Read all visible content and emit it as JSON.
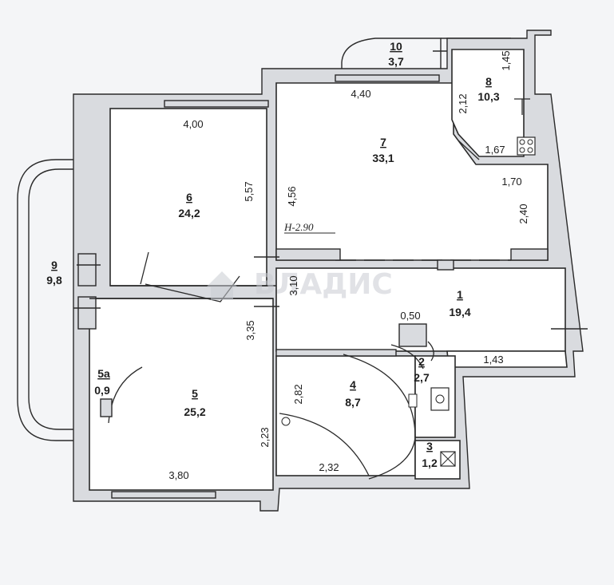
{
  "watermark": "ВЛАДИС",
  "height_label": "H-2.90",
  "rooms": [
    {
      "id": "r1",
      "number": "1",
      "area": "19,4"
    },
    {
      "id": "r2",
      "number": "2",
      "area": "2,7"
    },
    {
      "id": "r3",
      "number": "3",
      "area": "1,2"
    },
    {
      "id": "r4",
      "number": "4",
      "area": "8,7"
    },
    {
      "id": "r5",
      "number": "5",
      "area": "25,2"
    },
    {
      "id": "r5a",
      "number": "5а",
      "area": "0,9"
    },
    {
      "id": "r6",
      "number": "6",
      "area": "24,2"
    },
    {
      "id": "r7",
      "number": "7",
      "area": "33,1"
    },
    {
      "id": "r8",
      "number": "8",
      "area": "10,3"
    },
    {
      "id": "r9",
      "number": "9",
      "area": "9,8"
    },
    {
      "id": "r10",
      "number": "10",
      "area": "3,7"
    }
  ],
  "dimensions": {
    "d_440": "4,40",
    "d_400": "4,00",
    "d_557": "5,57",
    "d_456": "4,56",
    "d_212": "2,12",
    "d_145": "1,45",
    "d_167": "1,67",
    "d_170": "1,70",
    "d_240": "2,40",
    "d_310": "3,10",
    "d_050": "0,50",
    "d_335": "3,35",
    "d_143": "1,43",
    "d_282": "2,82",
    "d_223": "2,23",
    "d_232": "2,32",
    "d_380": "3,80"
  }
}
